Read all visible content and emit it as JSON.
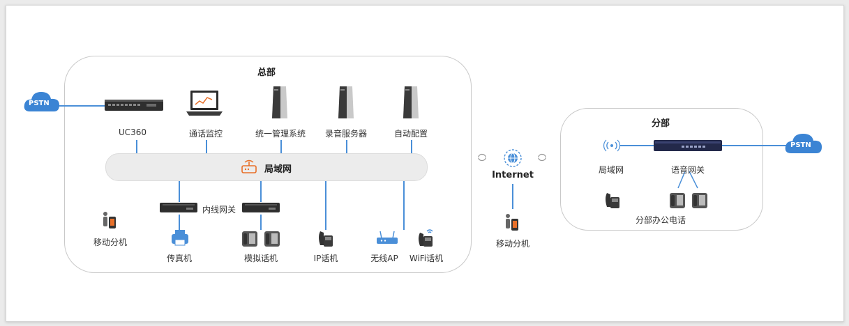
{
  "headquarters": {
    "title": "总部",
    "pstn": "PSTN",
    "lan": "局域网",
    "devices": {
      "uc360": "UC360",
      "call_monitor": "通话监控",
      "unified_mgmt": "统一管理系统",
      "recording_server": "录音服务器",
      "auto_config": "自动配置",
      "internal_gateway": "内线网关",
      "mobile_ext": "移动分机",
      "fax": "传真机",
      "analog_phone": "模拟话机",
      "ip_phone": "IP话机",
      "wireless_ap": "无线AP",
      "wifi_phone": "WiFi话机"
    }
  },
  "internet": {
    "label": "Internet",
    "mobile_ext": "移动分机"
  },
  "branch": {
    "title": "分部",
    "pstn": "PSTN",
    "lan": "局域网",
    "voice_gateway": "语音网关",
    "office_phones": "分部办公电话"
  },
  "colors": {
    "link": "#4a8fd8",
    "cloud": "#3b84d4",
    "accent_orange": "#e8702a"
  }
}
